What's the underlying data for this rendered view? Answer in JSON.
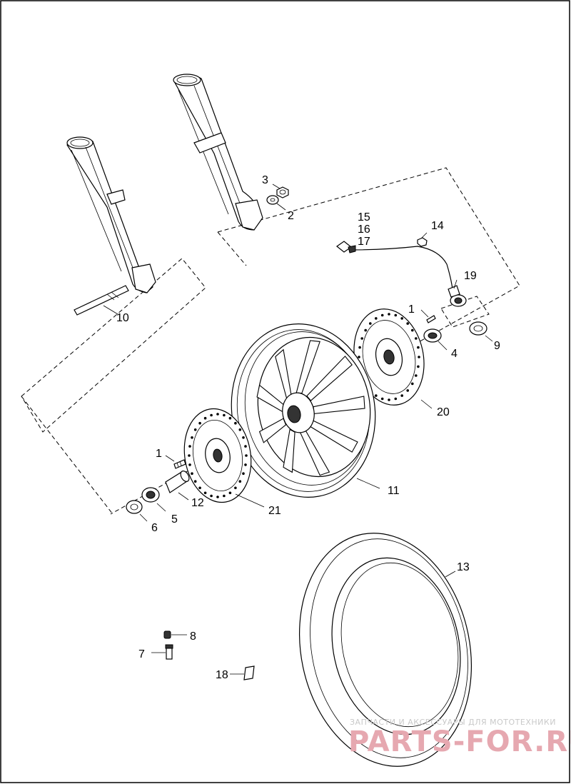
{
  "callouts": [
    {
      "id": "c1a",
      "text": "1"
    },
    {
      "id": "c1b",
      "text": "1"
    },
    {
      "id": "c2",
      "text": "2"
    },
    {
      "id": "c3",
      "text": "3"
    },
    {
      "id": "c4",
      "text": "4"
    },
    {
      "id": "c5",
      "text": "5"
    },
    {
      "id": "c6",
      "text": "6"
    },
    {
      "id": "c7",
      "text": "7"
    },
    {
      "id": "c8",
      "text": "8"
    },
    {
      "id": "c9",
      "text": "9"
    },
    {
      "id": "c10",
      "text": "10"
    },
    {
      "id": "c11",
      "text": "11"
    },
    {
      "id": "c12",
      "text": "12"
    },
    {
      "id": "c13",
      "text": "13"
    },
    {
      "id": "c14",
      "text": "14"
    },
    {
      "id": "c15",
      "text": "15"
    },
    {
      "id": "c16",
      "text": "16"
    },
    {
      "id": "c17",
      "text": "17"
    },
    {
      "id": "c18",
      "text": "18"
    },
    {
      "id": "c19",
      "text": "19"
    },
    {
      "id": "c20",
      "text": "20"
    },
    {
      "id": "c21",
      "text": "21"
    }
  ],
  "watermark": {
    "tagline": "ЗАПЧАСТИ И АКСЕССУАРЫ ДЛЯ МОТОТЕХНИКИ",
    "brand": "PARTS-FOR.RU"
  },
  "colors": {
    "line": "#000000",
    "watermark_text": "#e6a8b0",
    "watermark_tagline": "#c9c9c9"
  }
}
